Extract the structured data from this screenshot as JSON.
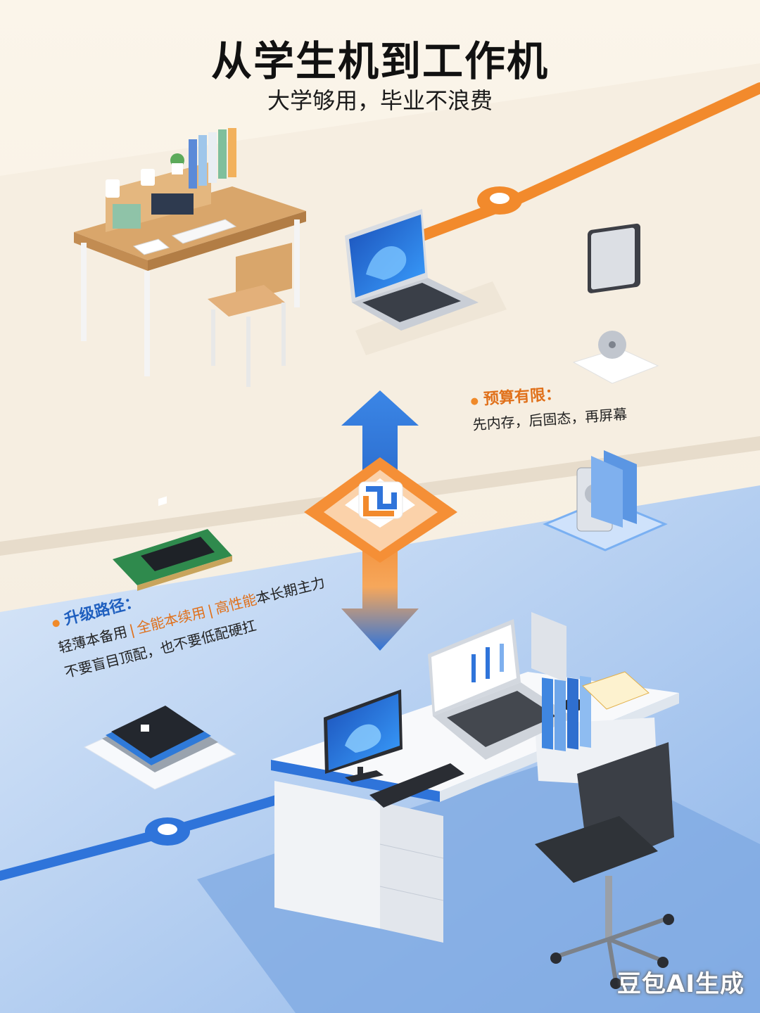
{
  "header": {
    "title": "从学生机到工作机",
    "subtitle": "大学够用，毕业不浪费"
  },
  "budget_note": {
    "heading": "预算有限：",
    "text": "先内存，后固态，再屏幕"
  },
  "upgrade_note": {
    "heading": "升级路径：",
    "path_part1": "轻薄本备用",
    "path_part2": "全能本续用",
    "path_part3_highlight": "高性能",
    "path_part3_rest": "本长期主力",
    "line2": "不要盲目顶配，也不要低配硬扛"
  },
  "watermark": "豆包AI生成",
  "colors": {
    "accent_orange": "#f08a2a",
    "accent_blue": "#2f7ad9",
    "floor_cream": "#f3eadc",
    "floor_blue": "#a9c8ef"
  },
  "icons": [
    "student-desk-icon",
    "laptop-icon",
    "hard-drive-icon",
    "ssd-chip-icon",
    "processor-chip-icon",
    "folder-drive-icon",
    "office-desk-icon",
    "monitor-icon",
    "office-chair-icon",
    "center-logo-icon"
  ]
}
